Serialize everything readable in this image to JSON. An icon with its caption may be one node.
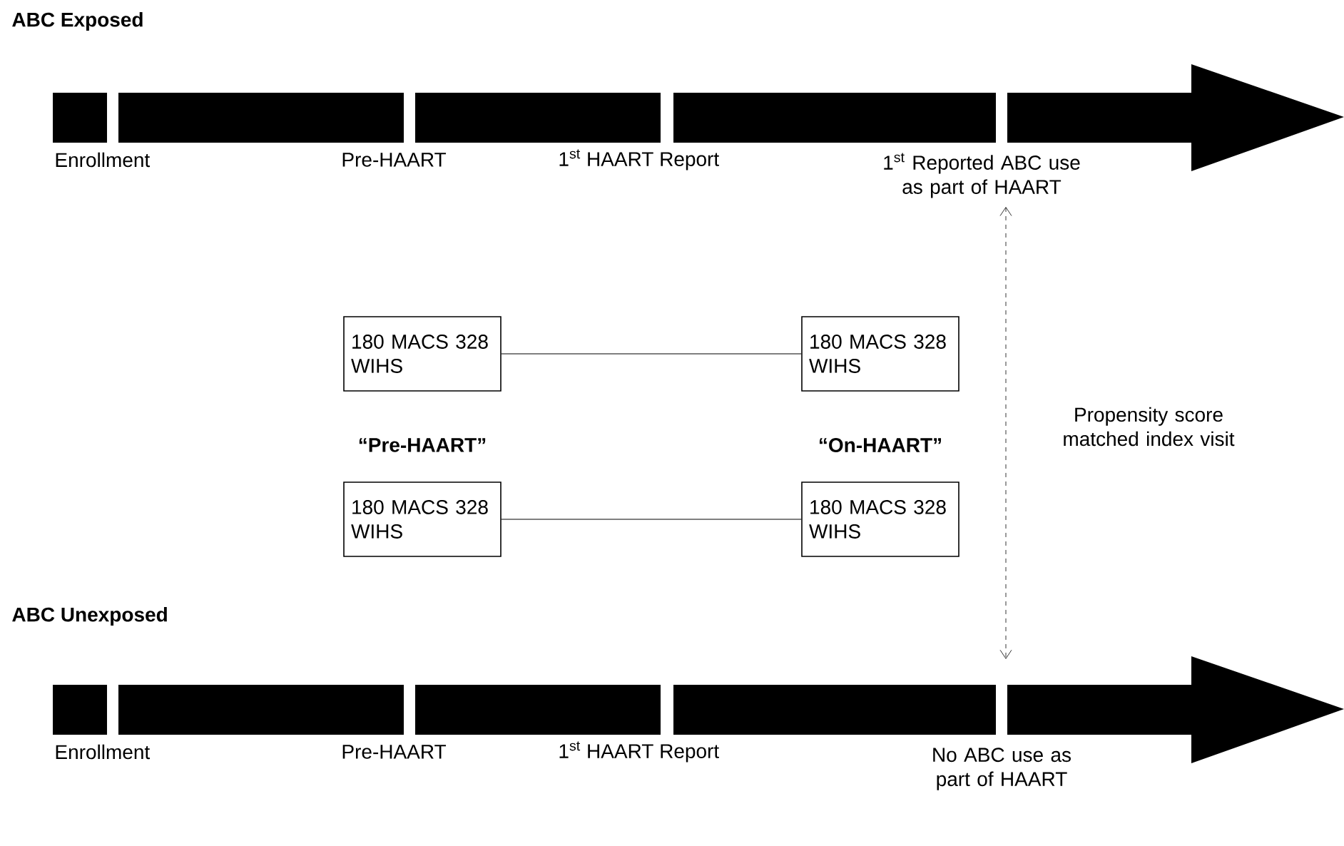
{
  "diagram": {
    "nodes": [
      {
        "text": [
          "180 MACS 328 WIHS"
        ]
      },
      {
        "text": [
          "180 MACS 328 WIHS"
        ]
      },
      {
        "text": [
          "180 MACS 328 WIHS"
        ]
      },
      {
        "text": [
          "180 MACS 328 WIHS"
        ]
      },
      {
        "text": [
          "1$^{st}$ Reported ABC use as part of HAART"
        ]
      }
    ],
    "edges": [
      {
        "from": 0,
        "to": 1,
        "arrow": "none"
      },
      {
        "from": 2,
        "to": 3,
        "arrow": "none"
      },
      {
        "from": 4,
        "to": null,
        "arrow": "both",
        "style": "dashed"
      }
    ],
    "labels": [
      "ABC Exposed",
      "Enrollment",
      "Pre-HAART",
      "1$^{st}$ HAART Report",
      "“Pre-HAART”",
      "“On-HAART”",
      "Propensity score matched index visit",
      "ABC Unexposed",
      "Enrollment",
      "Pre-HAART",
      "1$^{st}$ HAART Report",
      "No ABC use as part of HAART"
    ]
  }
}
